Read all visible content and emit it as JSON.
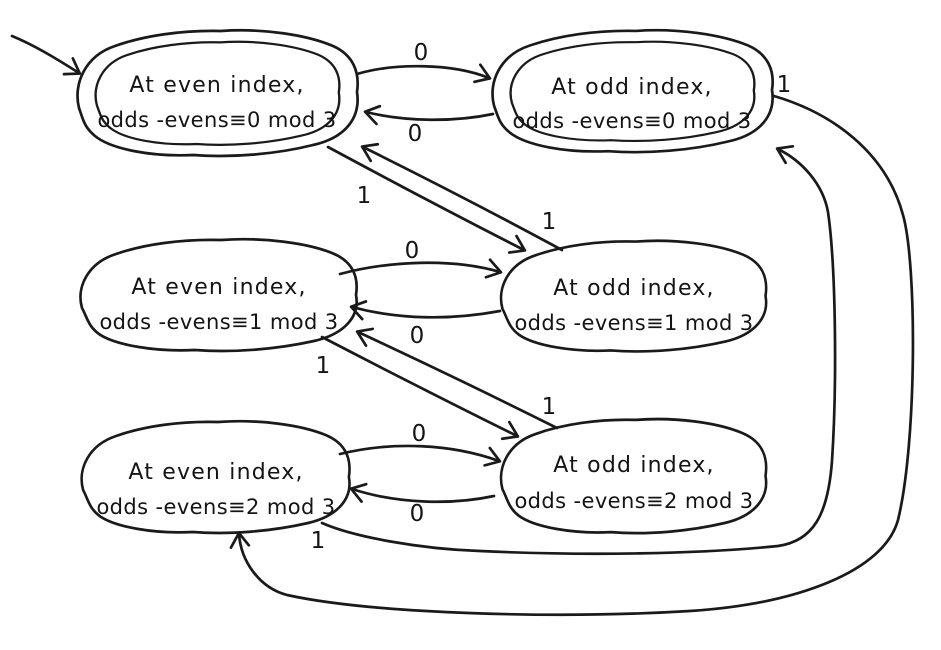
{
  "diagram_type": "finite-state-machine",
  "colors": {
    "ink": "#1a1a1a",
    "background": "#ffffff"
  },
  "start_arrow": {
    "points_to": "even-0"
  },
  "states": [
    {
      "id": "even-0",
      "line1": "At even index,",
      "line2": "odds -evens≡0 mod 3",
      "accepting": true,
      "start": true
    },
    {
      "id": "odd-0",
      "line1": "At odd index,",
      "line2": "odds -evens≡0 mod 3",
      "accepting": true,
      "start": false
    },
    {
      "id": "even-1",
      "line1": "At even index,",
      "line2": "odds -evens≡1 mod 3",
      "accepting": false,
      "start": false
    },
    {
      "id": "odd-1",
      "line1": "At odd index,",
      "line2": "odds -evens≡1 mod 3",
      "accepting": false,
      "start": false
    },
    {
      "id": "even-2",
      "line1": "At even index,",
      "line2": "odds -evens≡2 mod 3",
      "accepting": false,
      "start": false
    },
    {
      "id": "odd-2",
      "line1": "At odd index,",
      "line2": "odds -evens≡2 mod 3",
      "accepting": false,
      "start": false
    }
  ],
  "edges": [
    {
      "from": "even-0",
      "to": "odd-0",
      "label": "0"
    },
    {
      "from": "odd-0",
      "to": "even-0",
      "label": "0"
    },
    {
      "from": "even-1",
      "to": "odd-1",
      "label": "0"
    },
    {
      "from": "odd-1",
      "to": "even-1",
      "label": "0"
    },
    {
      "from": "even-2",
      "to": "odd-2",
      "label": "0"
    },
    {
      "from": "odd-2",
      "to": "even-2",
      "label": "0"
    },
    {
      "from": "even-0",
      "to": "odd-1",
      "label": "1"
    },
    {
      "from": "odd-1",
      "to": "even-0",
      "label": "1"
    },
    {
      "from": "even-1",
      "to": "odd-2",
      "label": "1"
    },
    {
      "from": "odd-2",
      "to": "even-1",
      "label": "1"
    },
    {
      "from": "odd-0",
      "to": "even-2",
      "label": "1"
    },
    {
      "from": "even-2",
      "to": "odd-0",
      "label": "1"
    }
  ]
}
